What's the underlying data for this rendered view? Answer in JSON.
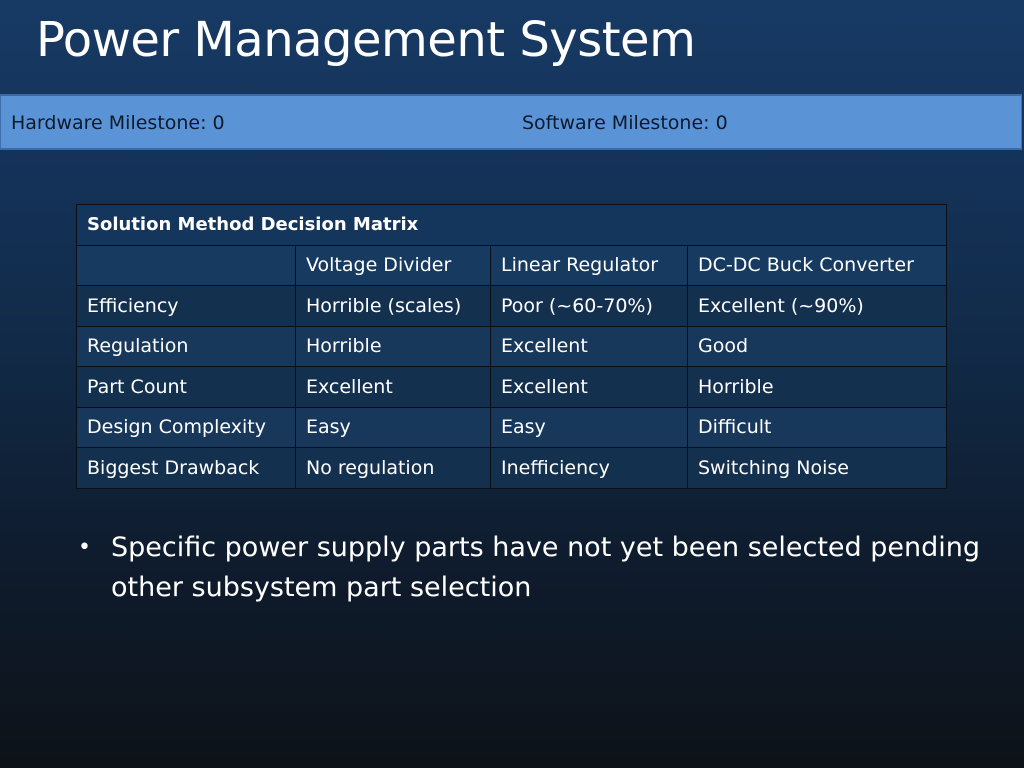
{
  "slide": {
    "title": "Power Management System",
    "milestones": {
      "hardware": "Hardware Milestone: 0",
      "software": "Software Milestone: 0"
    },
    "matrix": {
      "caption": "Solution Method Decision Matrix",
      "columns": [
        "",
        "Voltage Divider",
        "Linear Regulator",
        "DC-DC Buck Converter"
      ],
      "rows": [
        [
          "Efficiency",
          "Horrible (scales)",
          "Poor (~60-70%)",
          "Excellent (~90%)"
        ],
        [
          "Regulation",
          "Horrible",
          "Excellent",
          "Good"
        ],
        [
          "Part Count",
          "Excellent",
          "Excellent",
          "Horrible"
        ],
        [
          "Design Complexity",
          "Easy",
          "Easy",
          "Difficult"
        ],
        [
          "Biggest Drawback",
          "No regulation",
          "Inefficiency",
          "Switching Noise"
        ]
      ]
    },
    "bullets": [
      {
        "marker": "•",
        "text": "Specific power supply parts have not yet been selected pending other subsystem part selection"
      }
    ]
  }
}
